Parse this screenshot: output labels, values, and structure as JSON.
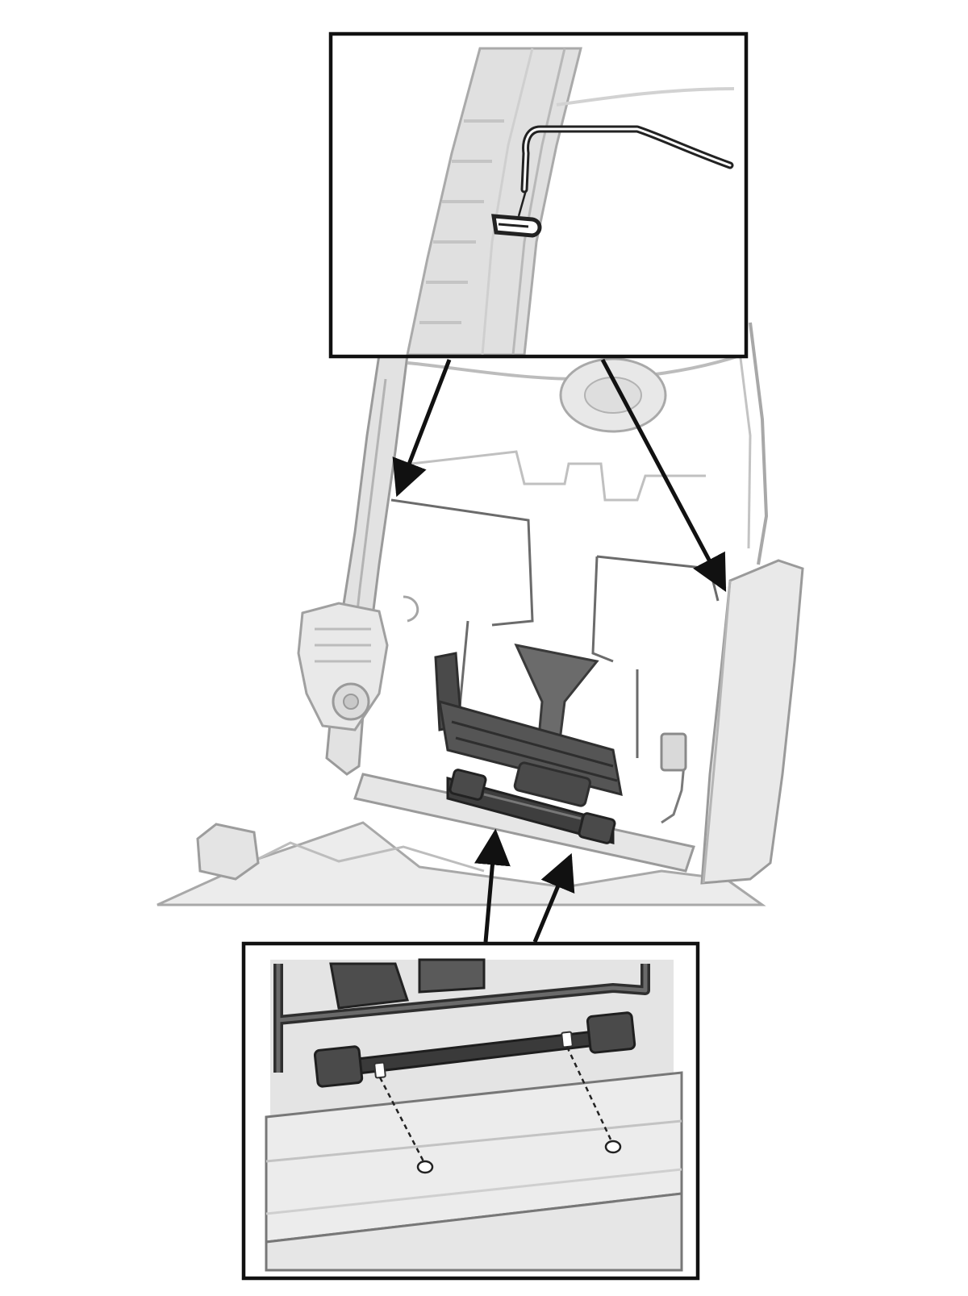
{
  "figure": {
    "kind": "technical-illustration",
    "insets": [
      {
        "id": "top",
        "shows": "wire-hook-clip"
      },
      {
        "id": "bottom",
        "shows": "seatback-lower-rail-screws"
      }
    ]
  },
  "colors": {
    "background": "#ffffff",
    "frame": "#111111",
    "part-light": "#e8e8e8",
    "part-mid": "#c9c9c9",
    "part-outline": "#9a9a9a",
    "component-dark": "#3f3f3f",
    "wire": "#555555",
    "arrow": "#111111"
  }
}
